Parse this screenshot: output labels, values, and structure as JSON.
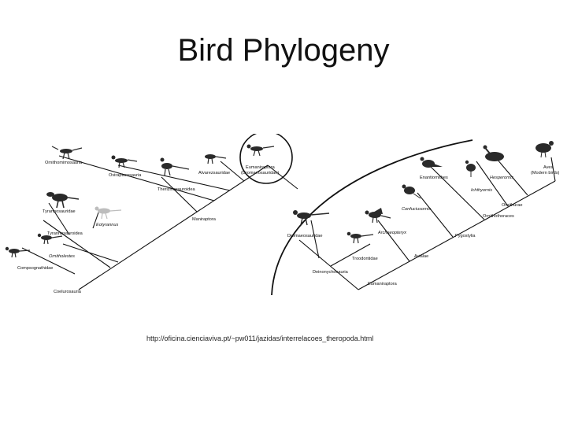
{
  "slide": {
    "title": "Bird Phylogeny",
    "source_url": "http://oficina.cienciaviva.pt/~pw011/jazidas/interrelacoes_theropoda.html"
  },
  "tree": {
    "labels": {
      "ornithomimosauria": "Ornithomimosauria",
      "oviraptorosauria": "Oviraptorosauria",
      "alvarezsauridae": "Alvarezsauridae",
      "eumaniraptora_circle": "Eumaniraptora",
      "dromaeosauridae_circle": "(Dromaeosauridae)",
      "therizinosauroidea": "Therizinosauroidea",
      "tyrannosauridae": "Tyrannosauridae",
      "eotyrannus": "Eotyrannus",
      "maniraptora": "Maniraptora",
      "tyrannosauroidea": "Tyrannosauroidea",
      "ornitholestes": "Ornitholestes",
      "compsognathidae": "Compsognathidae",
      "coelurosauria": "Coelurosauria",
      "aves": "Aves",
      "modern_birds": "(Modern birds)",
      "hesperornis": "Hesperornis",
      "enantiornithes": "Enantiornithes",
      "ichthyornis": "Ichthyornis",
      "ornithurae": "Ornithurae",
      "confuciusornis": "Confuciusornis",
      "ornithothoraces": "Ornithothoraces",
      "dromaeosauridae": "Dromaeosauridae",
      "archaeopteryx": "Archaeopteryx",
      "pygostylia": "Pygostylia",
      "troodontidae": "Troodontidae",
      "avialae": "Avialae",
      "deinonychosauria": "Deinonychosauria",
      "eumaniraptora": "Eumaniraptora"
    }
  },
  "colors": {
    "line": "#111111",
    "silhouette": "#2a2a2a",
    "silhouette_light": "#bdbdbd"
  }
}
